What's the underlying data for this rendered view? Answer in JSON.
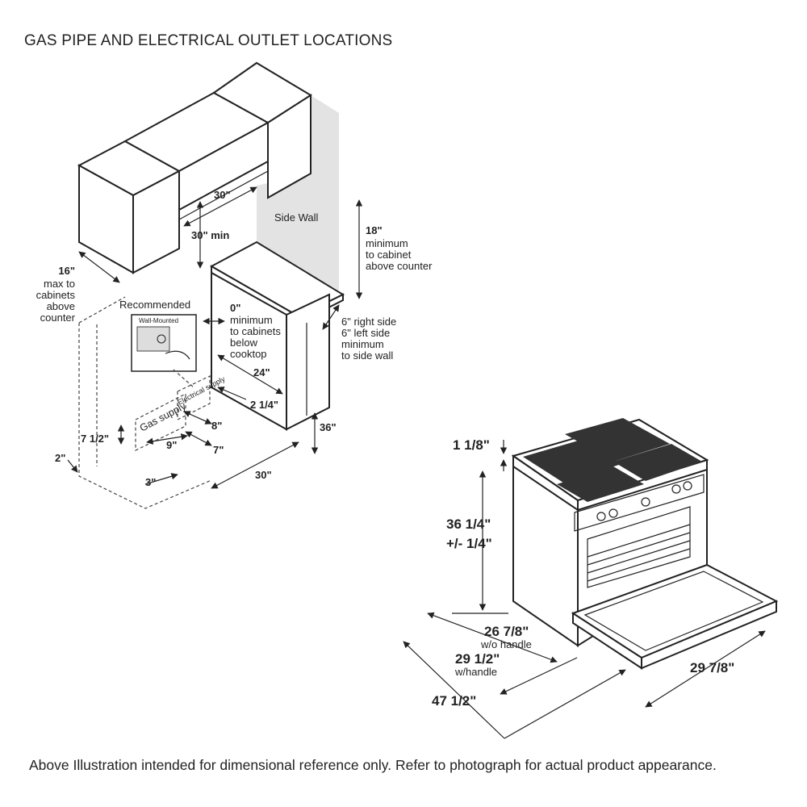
{
  "title": "GAS PIPE AND ELECTRICAL OUTLET LOCATIONS",
  "footnote": "Above Illustration intended for dimensional reference only. Refer to photograph for actual product appearance.",
  "install": {
    "hood_width": "30\"",
    "min_clear": "30\" min",
    "side_wall": "Side Wall",
    "above_counter": [
      "18\"",
      "minimum",
      "to cabinet",
      "above counter"
    ],
    "max_cab": [
      "16\"",
      "max to",
      "cabinets",
      "above",
      "counter"
    ],
    "recommended": "Recommended",
    "wall_mounted": "Wall-Mounted",
    "zero_min": [
      "0\"",
      "minimum",
      "to cabinets",
      "below",
      "cooktop"
    ],
    "side_clear": [
      "6\" right side",
      "6\" left side",
      "minimum",
      "to side wall"
    ],
    "depth": "24\"",
    "d_2_1_4": "2 1/4\"",
    "height": "36\"",
    "gas_supply": "Gas supply",
    "electrical_supply": "Electrical supply",
    "d_8": "8\"",
    "d_7": "7\"",
    "d_9": "9\"",
    "d_7_1_2": "7 1/2\"",
    "d_2": "2\"",
    "d_3": "3\"",
    "width": "30\""
  },
  "range": {
    "top_thickness": "1 1/8\"",
    "height": "36 1/4\"",
    "height_tol": "+/- 1/4\"",
    "depth_no_handle": "26 7/8\"",
    "no_handle": "w/o handle",
    "depth_handle": "29 1/2\"",
    "with_handle": "w/handle",
    "depth_door_open": "47 1/2\"",
    "width": "29 7/8\""
  }
}
